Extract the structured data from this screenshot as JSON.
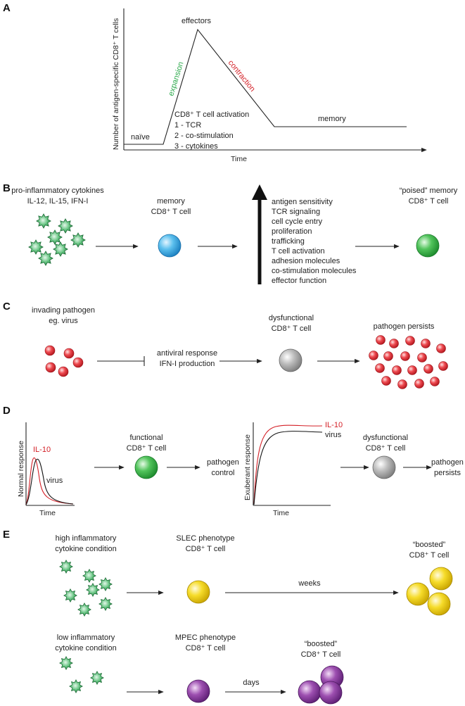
{
  "panels": {
    "a": {
      "letter": "A",
      "ylabel": "Number of antigen-specific CD8⁺ T cells",
      "xlabel": "Time",
      "naive": "naïve",
      "effectors": "effectors",
      "expansion": "expansion",
      "contraction": "contraction",
      "memory": "memory",
      "activation_title": "CD8⁺ T cell activation",
      "activation_items": [
        "1 - TCR",
        "2 - co-stimulation",
        "3 - cytokines"
      ]
    },
    "b": {
      "letter": "B",
      "cytokines_line1": "pro-inflammatory cytokines",
      "cytokines_line2": "IL-12, IL-15, IFN-I",
      "memory_line1": "memory",
      "memory_line2": "CD8⁺ T cell",
      "enhanced_list": [
        "antigen sensitivity",
        "TCR signaling",
        "cell cycle entry",
        "proliferation",
        "trafficking",
        "T cell activation",
        "adhesion molecules",
        "co-stimulation molecules",
        "effector function"
      ],
      "poised_line1": "“poised” memory",
      "poised_line2": "CD8⁺ T cell"
    },
    "c": {
      "letter": "C",
      "pathogen_line1": "invading pathogen",
      "pathogen_line2": "eg. virus",
      "response_line1": "antiviral response",
      "response_line2": "IFN-I production",
      "dys_line1": "dysfunctional",
      "dys_line2": "CD8⁺ T cell",
      "persists": "pathogen persists"
    },
    "d": {
      "letter": "D",
      "normal_ylabel": "Normal response",
      "normal_xlabel": "Time",
      "normal_il10": "IL-10",
      "normal_virus": "virus",
      "functional_line1": "functional",
      "functional_line2": "CD8⁺ T cell",
      "control_line1": "pathogen",
      "control_line2": "control",
      "exuberant_ylabel": "Exuberant response",
      "exuberant_xlabel": "Time",
      "exuberant_il10": "IL-10",
      "exuberant_virus": "virus",
      "dys_line1": "dysfunctional",
      "dys_line2": "CD8⁺ T cell",
      "persists_line1": "pathogen",
      "persists_line2": "persists"
    },
    "e": {
      "letter": "E",
      "high_line1": "high inflammatory",
      "high_line2": "cytokine condition",
      "slec_line1": "SLEC phenotype",
      "slec_line2": "CD8⁺ T cell",
      "weeks": "weeks",
      "boosted1_line1": "“boosted”",
      "boosted1_line2": "CD8⁺ T cell",
      "low_line1": "low inflammatory",
      "low_line2": "cytokine condition",
      "mpec_line1": "MPEC phenotype",
      "mpec_line2": "CD8⁺ T cell",
      "days": "days",
      "boosted2_line1": "“boosted”",
      "boosted2_line2": "CD8⁺ T cell"
    }
  },
  "colors": {
    "expansion": "#2aa84a",
    "contraction": "#d42027",
    "il10_curve": "#d42027",
    "virus_curve": "#111111",
    "memory_cell": "#3fa9e0",
    "poised_cell": "#39b54a",
    "pathogen_cell": "#e8323a",
    "dysfunctional_cell": "#a8a8a8",
    "functional_cell": "#39b54a",
    "slec_cell": "#f4d50f",
    "mpec_cell": "#8e3fa0",
    "cytokine_star": "#4db36b"
  },
  "icons": [
    "cytokine-star-icon",
    "cell-icon",
    "pathogen-icon",
    "up-arrow-icon",
    "inhibition-arrow-icon"
  ]
}
